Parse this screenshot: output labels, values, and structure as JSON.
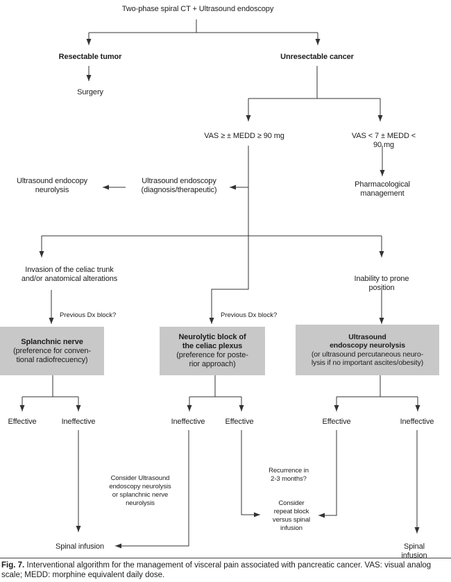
{
  "diagram": {
    "title": "Two-phase spiral CT + Ultrasound endoscopy",
    "resectable": "Resectable tumor",
    "unresectable": "Unresectable cancer",
    "surgery": "Surgery",
    "vas_high": "VAS ≥ ± MEDD ≥ 90 mg",
    "vas_low": "VAS < 7 ± MEDD < 90 mg",
    "us_neurolysis": "Ultrasound endocopy\nneurolysis",
    "us_endoscopy": "Ultrasound endoscopy\n(diagnosis/therapeutic)",
    "pharmacological": "Pharmacological\nmanagement",
    "invasion": "Invasion of the celiac trunk\nand/or anatomical alterations",
    "inability": "Inability to prone position",
    "previous_dx": "Previous Dx block?",
    "box_splanchnic": {
      "title": "Splanchnic nerve",
      "detail": "(preference for conven-\ntional radiofrecuency)"
    },
    "box_neurolytic": {
      "title": "Neurolytic block of\nthe celiac plexus",
      "detail": "(preference for poste-\nrior approach)"
    },
    "box_ultrasound": {
      "title": "Ultrasound\nendoscopy neurolysis",
      "detail": "(or ultrasound percutaneous neuro-\nlysis if no important ascites/obesity)"
    },
    "effective": "Effective",
    "ineffective": "Ineffective",
    "consider_us": "Consider Ultrasound\nendoscopy neurolysis\nor splanchnic nerve\nneurolysis",
    "recurrence": "Recurrence in\n2-3 months?",
    "consider_repeat": "Consider\nrepeat block\nversus spinal\ninfusion",
    "spinal_infusion": "Spinal infusion"
  },
  "caption": {
    "label": "Fig. 7.",
    "text": " Interventional algorithm for the management of visceral pain associated with pancreatic cancer. VAS: visual analog scale; MEDD: morphine equivalent daily dose."
  },
  "colors": {
    "box_fill": "#c8c8c8",
    "line": "#333333"
  }
}
